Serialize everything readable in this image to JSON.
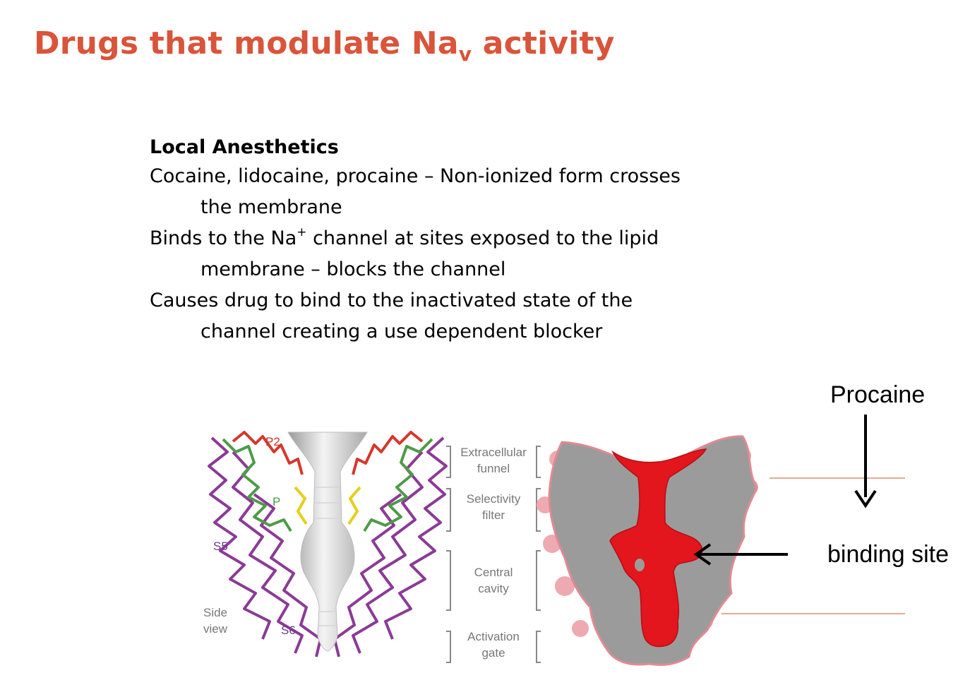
{
  "title": {
    "text": "Drugs that modulate Na",
    "subscript": "v",
    "suffix": " activity"
  },
  "body": {
    "heading": "Local Anesthetics",
    "lines": [
      "Cocaine, lidocaine, procaine – Non-ionized form crosses",
      "the membrane",
      "membrane – blocks the channel",
      "Causes drug to bind to the inactivated state of the",
      "channel creating a use dependent blocker"
    ],
    "line3": {
      "before": "Binds to the Na",
      "sup": "+",
      "after": " channel at sites exposed to the lipid"
    }
  },
  "figure": {
    "labels": {
      "p2": "P2",
      "p": "P",
      "s5": "S5",
      "s6": "S6",
      "side": "Side",
      "view": "view"
    },
    "regions": [
      {
        "line1": "Extracellular",
        "line2": "funnel"
      },
      {
        "line1": "Selectivity",
        "line2": "filter"
      },
      {
        "line1": "Central",
        "line2": "cavity"
      },
      {
        "line1": "Activation",
        "line2": "gate"
      }
    ],
    "procaine": "Procaine",
    "binding_site": "binding site"
  },
  "colors": {
    "title": "#d9543a",
    "body_text": "#000000",
    "s5_s6_helix": "#8b3a96",
    "p_helix": "#4f9a48",
    "p2_loop": "#d6372c",
    "filter_residues": "#e6cf1c",
    "pore_surface": "#e0e0e0",
    "protein_section": "#9b9b9b",
    "cavity": "#e2161c",
    "rim": "#eeaab0",
    "reference_lines": "#e08a74"
  }
}
